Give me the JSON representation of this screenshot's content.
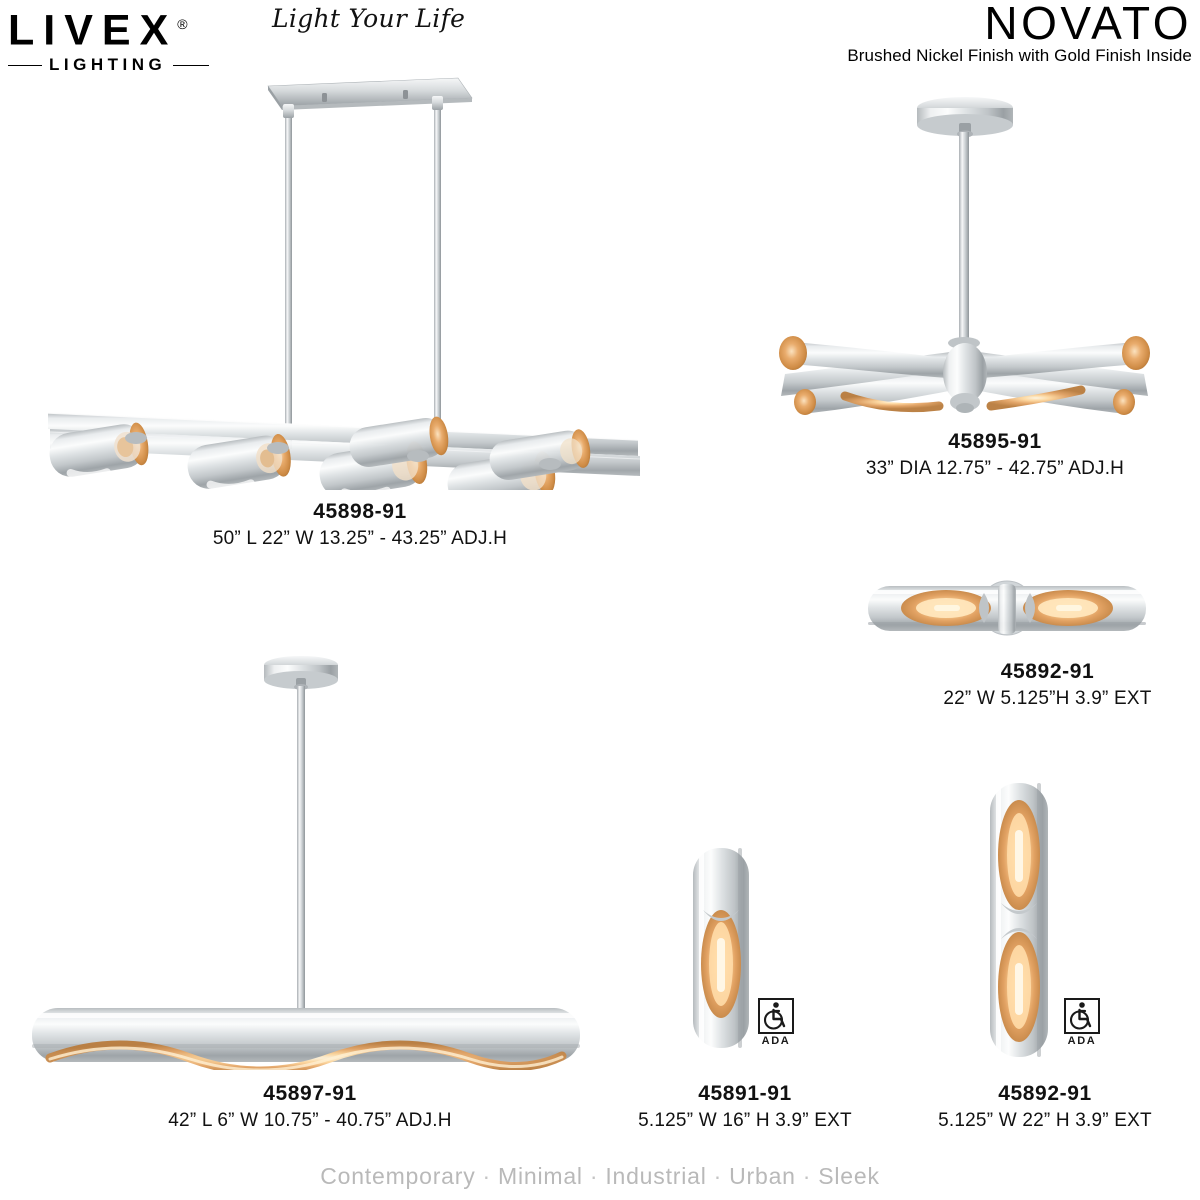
{
  "header": {
    "logo_word": "LIVEX",
    "logo_registered": "®",
    "logo_sub": "LIGHTING",
    "tagline": "Light Your Life",
    "brand_title": "NOVATO",
    "finish_line": "Brushed Nickel Finish with Gold Finish Inside"
  },
  "products": [
    {
      "sku": "45898-91",
      "dims": "50” L  22” W  13.25” - 43.25” ADJ.H",
      "type": "linear-chandelier",
      "ada": false
    },
    {
      "sku": "45895-91",
      "dims": "33” DIA  12.75” - 42.75” ADJ.H",
      "type": "sputnik-chandelier",
      "ada": false
    },
    {
      "sku": "45892-91",
      "dims": "22” W  5.125”H  3.9” EXT",
      "type": "horizontal-vanity-bar",
      "ada": false
    },
    {
      "sku": "45897-91",
      "dims": "42” L  6” W  10.75” - 40.75” ADJ.H",
      "type": "linear-pendant",
      "ada": false
    },
    {
      "sku": "45891-91",
      "dims": "5.125” W  16” H  3.9” EXT",
      "type": "single-sconce",
      "ada": true,
      "ada_label": "ADA"
    },
    {
      "sku": "45892-91",
      "dims": "5.125” W  22” H  3.9” EXT",
      "type": "double-sconce",
      "ada": true,
      "ada_label": "ADA"
    }
  ],
  "footer": {
    "terms": [
      "Contemporary",
      "Minimal",
      "Industrial",
      "Urban",
      "Sleek"
    ],
    "separator": "·"
  },
  "colors": {
    "nickel_light": "#f2f3f4",
    "nickel_mid": "#c9ccce",
    "nickel_dark": "#8e9396",
    "gold": "#d89b5e",
    "gold_deep": "#b9783c",
    "text": "#111111",
    "footer_text": "#b9b9b9"
  }
}
